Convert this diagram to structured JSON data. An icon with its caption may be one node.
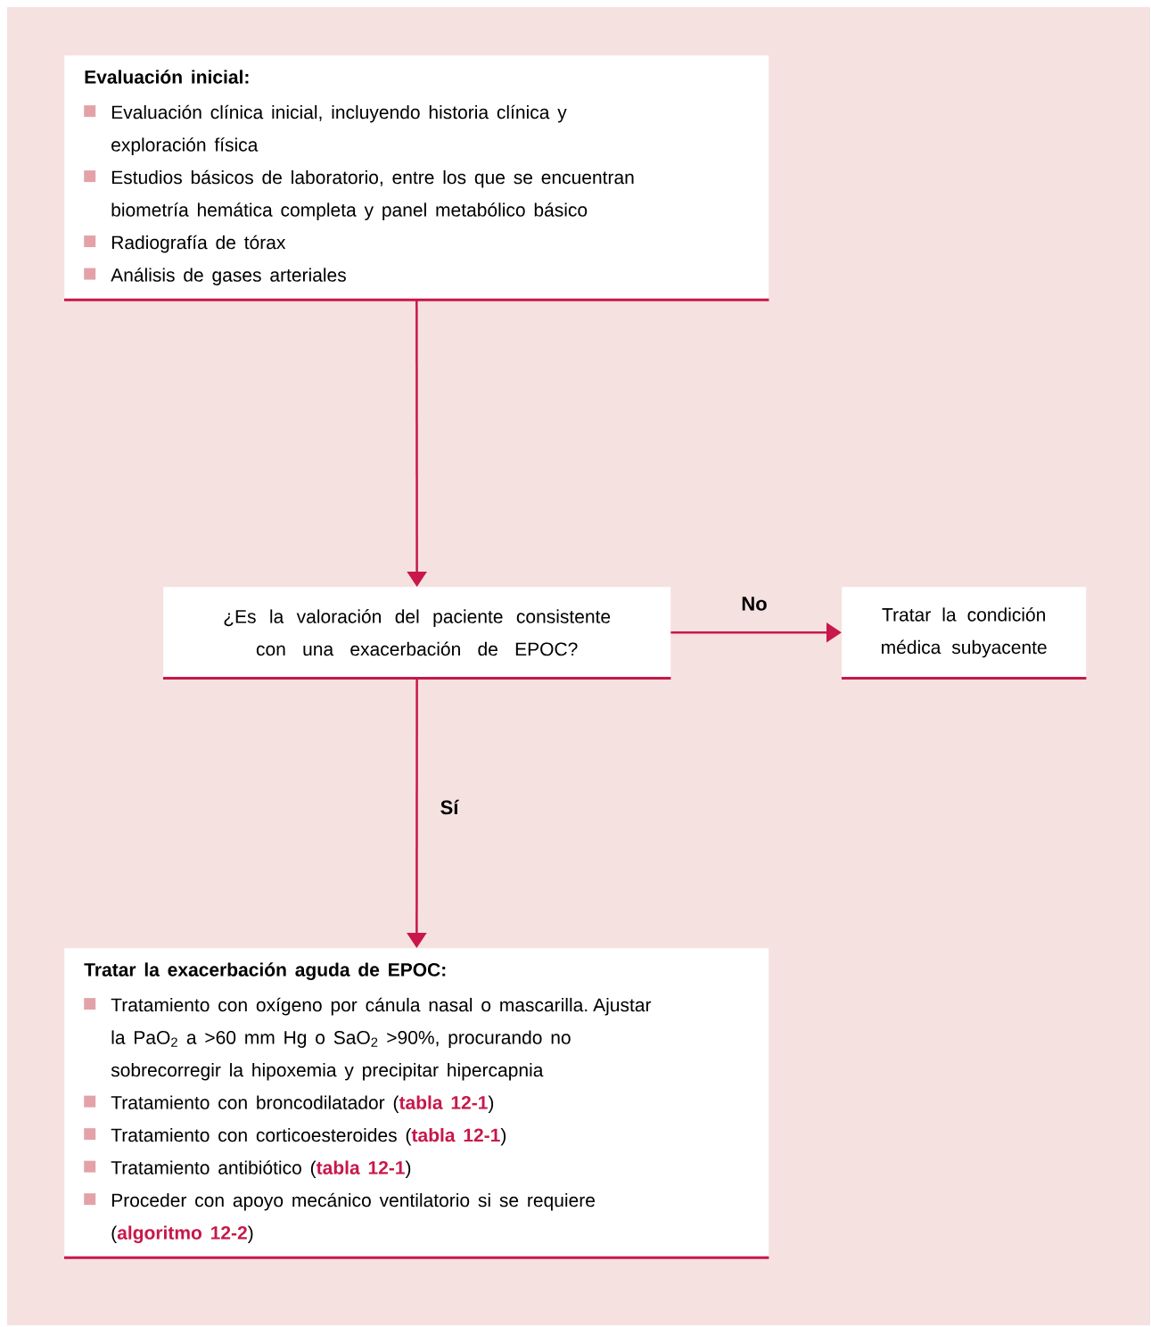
{
  "diagram": {
    "nodes": [
      {
        "text": [
          "Evaluación inicial:",
          "Evaluación clínica inicial, incluyendo historia clínica y exploración física",
          "Estudios básicos de laboratorio, entre los que se encuentran biometría hemática completa y panel metabólico básico",
          "Radiografía de tórax",
          "Análisis de gases arteriales"
        ]
      },
      {
        "text": [
          "¿Es la valoración del paciente consistente con una exacerbación de EPOC?"
        ]
      },
      {
        "text": [
          "Tratar la condición médica subyacente"
        ]
      },
      {
        "text": [
          "Tratar la exacerbación aguda de EPOC:",
          "Tratamiento con oxígeno por cánula nasal o mascarilla. Ajustar la PaO$_{2}$ a >60 mm Hg o SaO$_{2}$ >90%, procurando no sobrecorregir la hipoxemia y precipitar hipercapnia",
          "Tratamiento con broncodilatador (**tabla 12-1**)",
          "Tratamiento con corticoesteroides (**tabla 12-1**)",
          "Tratamiento antibiótico (**tabla 12-1**)",
          "Proceder con apoyo mecánico ventilatorio si se requiere (**algoritmo 12-2**)"
        ]
      }
    ],
    "edges": [
      {
        "from": 0,
        "to": 1,
        "arrow": "to"
      },
      {
        "from": 1,
        "to": 2,
        "arrow": "to",
        "label": "No"
      },
      {
        "from": 1,
        "to": 3,
        "arrow": "to",
        "label": "Sí"
      }
    ]
  }
}
